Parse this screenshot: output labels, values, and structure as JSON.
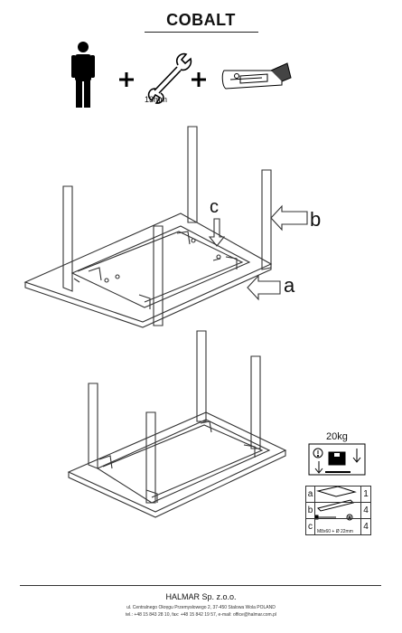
{
  "header": {
    "title": "COBALT",
    "wrench_size": "13mm"
  },
  "icons": [
    "person-icon",
    "plus-icon",
    "wrench-icon",
    "plus-icon",
    "utility-knife-icon"
  ],
  "callouts": {
    "a": "a",
    "b": "b",
    "c": "c"
  },
  "weight": {
    "label": "20kg",
    "icon": "weight-warning-icon"
  },
  "parts": [
    {
      "key": "a",
      "icon": "table-top-icon",
      "qty": "1",
      "spec": ""
    },
    {
      "key": "b",
      "icon": "leg-icon",
      "qty": "4",
      "spec": ""
    },
    {
      "key": "c",
      "icon": "bolt-icon",
      "qty": "4",
      "spec": "M8x60 + Ø 22mm"
    }
  ],
  "footer": {
    "company": "HALMAR Sp. z.o.o.",
    "address": "ul. Centralnego Okręgu Przemysłowego 2, 37-450 Stalowa Wola POLAND",
    "contacts": "tel.: +48 15 843 28 10, fax: +48 15 842 19 57, e-mail: office@halmar.com.pl"
  }
}
